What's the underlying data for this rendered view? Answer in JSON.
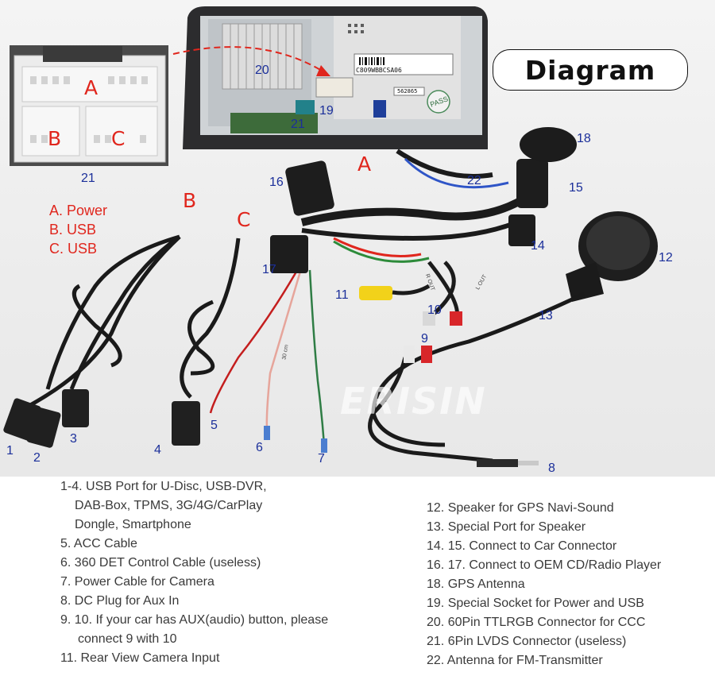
{
  "title": "Diagram",
  "watermark": "ERISIN",
  "unit": {
    "sticker_code": "C809WBBCSA06",
    "serial": "562865",
    "pass_stamp": "PASS",
    "label_21": "21",
    "label_20": "20",
    "label_19": "19"
  },
  "connector_inset": {
    "a": "A",
    "b": "B",
    "c": "C",
    "caption": "21"
  },
  "legend": {
    "a": "A. Power",
    "b": "B. USB",
    "c": "C. USB"
  },
  "photo_letters": {
    "a": "A",
    "b": "B",
    "c": "C"
  },
  "cable_tags": {
    "tag6": "30 cm",
    "tag10": "R OUT",
    "tag10b": "L OUT"
  },
  "callouts": [
    "1",
    "2",
    "3",
    "4",
    "5",
    "6",
    "7",
    "8",
    "9",
    "10",
    "11",
    "12",
    "13",
    "14",
    "15",
    "16",
    "17",
    "18",
    "22"
  ],
  "descriptions_left": [
    "1-4. USB Port for U-Disc, USB-DVR,",
    "DAB-Box, TPMS, 3G/4G/CarPlay",
    "Dongle, Smartphone",
    "5. ACC Cable",
    "6. 360 DET Control Cable (useless)",
    "7. Power Cable for Camera",
    "8. DC Plug for Aux In",
    "9. 10. If your car has AUX(audio) button, please",
    "connect 9 with 10",
    "11. Rear View Camera Input"
  ],
  "descriptions_right": [
    "12. Speaker for GPS Navi-Sound",
    "13. Special Port for Speaker",
    "14. 15. Connect to Car Connector",
    "16. 17. Connect to OEM CD/Radio Player",
    "18. GPS Antenna",
    "19. Special Socket for Power and USB",
    "20. 60Pin TTLRGB Connector for CCC",
    "21. 6Pin LVDS Connector (useless)",
    "22. Antenna for FM-Transmitter"
  ],
  "colors": {
    "label_blue": "#1b2f9a",
    "accent_red": "#e0261d",
    "text_gray": "#3a3a3a"
  }
}
